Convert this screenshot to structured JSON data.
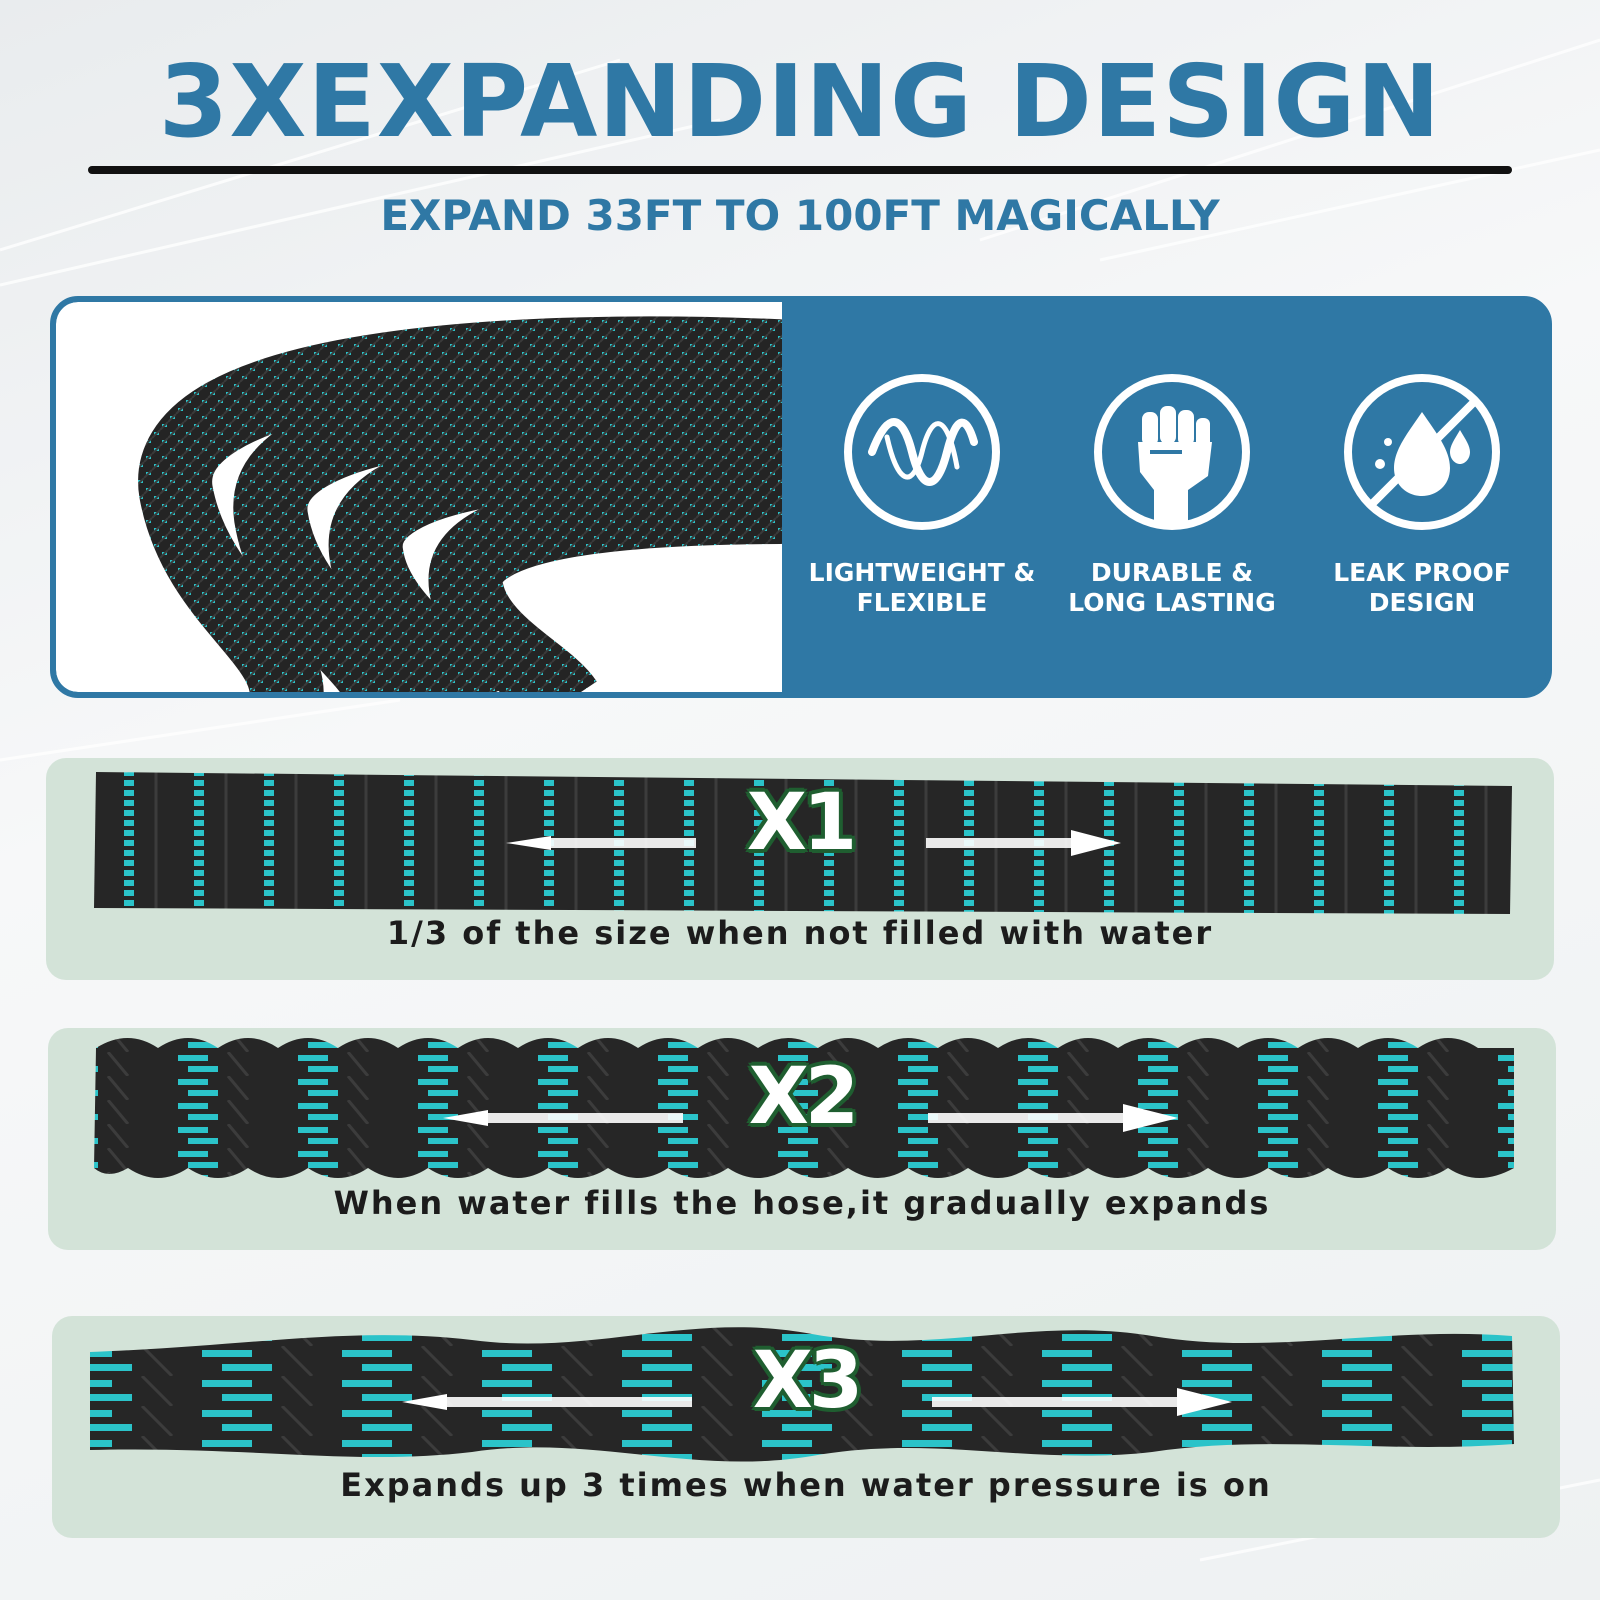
{
  "header": {
    "title": "3XEXPANDING DESIGN",
    "subtitle": "EXPAND 33FT TO 100FT MAGICALLY"
  },
  "features": [
    {
      "icon": "wave-icon",
      "label": "LIGHTWEIGHT &\nFLEXIBLE"
    },
    {
      "icon": "fist-icon",
      "label": "DURABLE &\nLONG LASTING"
    },
    {
      "icon": "no-leak-drop-icon",
      "label": "LEAK PROOF\nDESIGN"
    }
  ],
  "stages": [
    {
      "multiplier": "X1",
      "caption": "1/3 of the size when not filled with water"
    },
    {
      "multiplier": "X2",
      "caption": "When water fills the hose,it gradually expands"
    },
    {
      "multiplier": "X3",
      "caption": "Expands up 3 times when water pressure is on"
    }
  ],
  "colors": {
    "brand_blue": "#2f78a5",
    "stage_bg": "#d3e3d8",
    "hose_black": "#232323",
    "hose_teal": "#2bc3c9",
    "multiplier_outline": "#1f5e30"
  }
}
